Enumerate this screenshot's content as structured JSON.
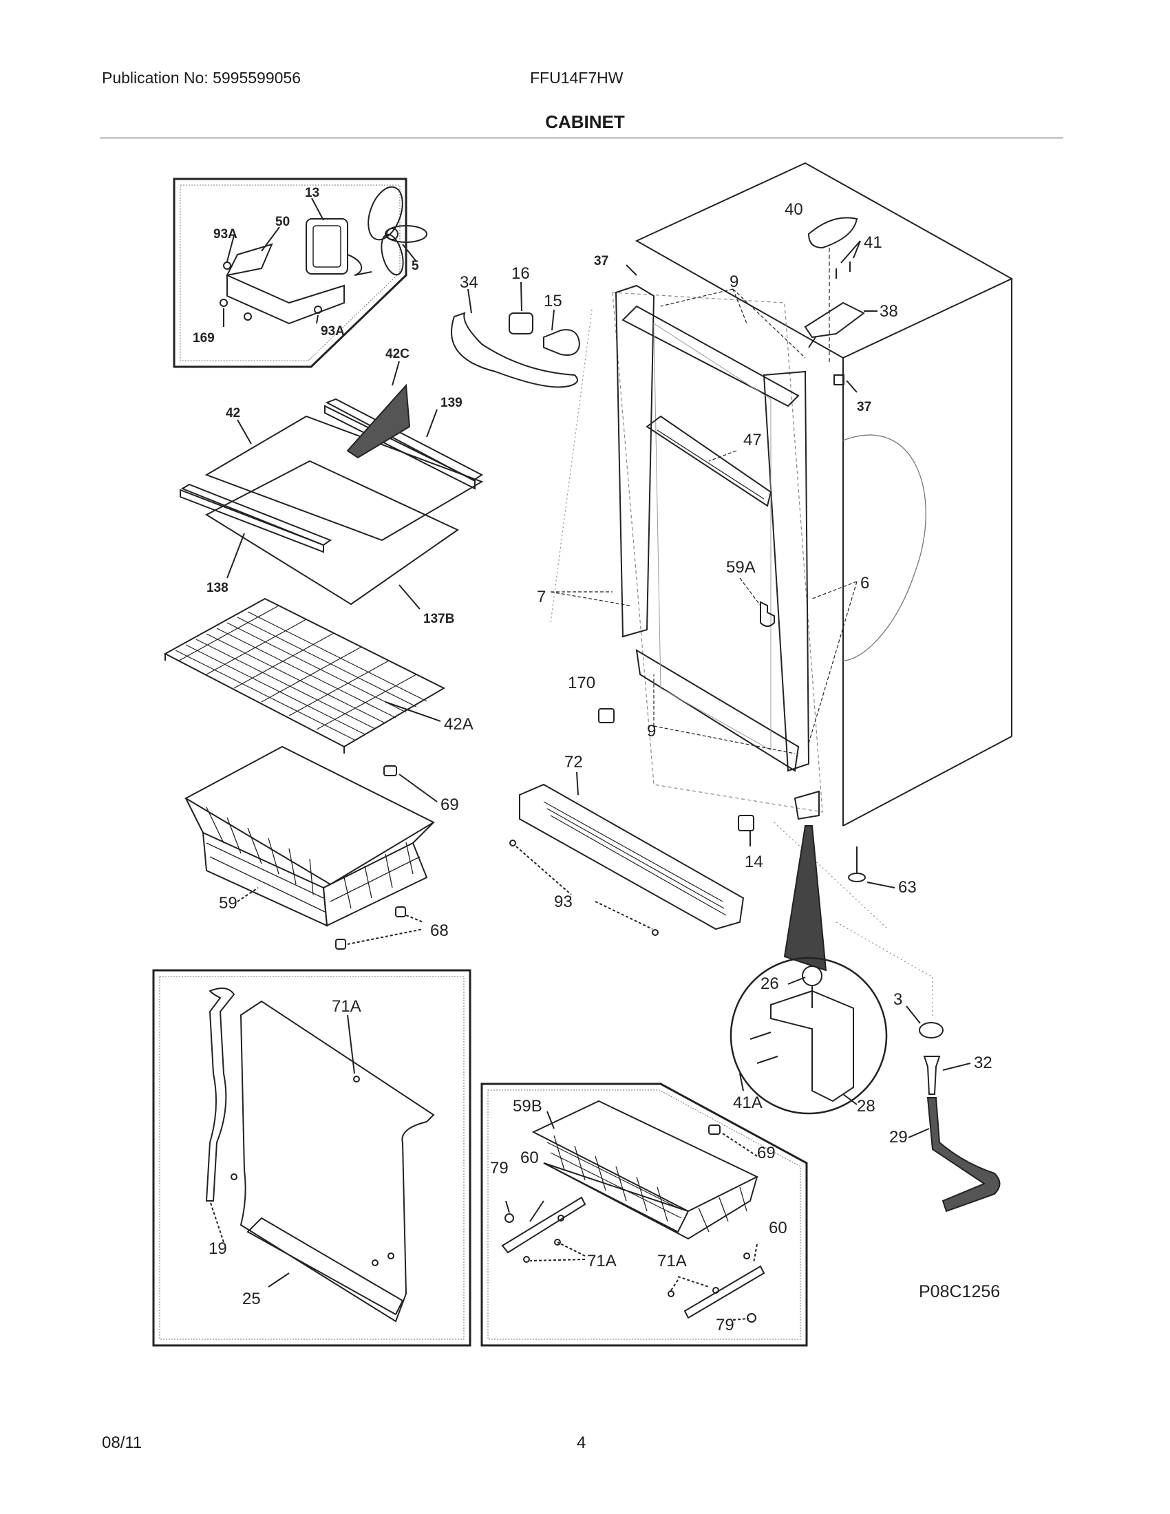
{
  "header": {
    "publication": "Publication No: 5995599056",
    "model": "FFU14F7HW",
    "title": "CABINET"
  },
  "footer": {
    "date": "08/11",
    "page": "4"
  },
  "diagram": {
    "ref_code": "P08C1256",
    "callouts": {
      "c13": "13",
      "c93a_top": "93A",
      "c50": "50",
      "c5": "5",
      "c169": "169",
      "c93a_bot": "93A",
      "c42c": "42C",
      "c42": "42",
      "c139": "139",
      "c138": "138",
      "c137b": "137B",
      "c42a": "42A",
      "c69_top": "69",
      "c59": "59",
      "c68": "68",
      "c34": "34",
      "c16": "16",
      "c15": "15",
      "c37_top": "37",
      "c9_top": "9",
      "c40": "40",
      "c41": "41",
      "c38": "38",
      "c37_mid": "37",
      "c47": "47",
      "c59a": "59A",
      "c7": "7",
      "c6": "6",
      "c170": "170",
      "c9_bot": "9",
      "c72": "72",
      "c14": "14",
      "c63": "63",
      "c93": "93",
      "c26": "26",
      "c3": "3",
      "c32": "32",
      "c41a": "41A",
      "c28": "28",
      "c29": "29",
      "c71a_top": "71A",
      "c19": "19",
      "c25": "25",
      "c59b": "59B",
      "c69_bot": "69",
      "c79_top": "79",
      "c60_top": "60",
      "c71a_l": "71A",
      "c71a_r": "71A",
      "c60_bot": "60",
      "c79_bot": "79"
    }
  }
}
